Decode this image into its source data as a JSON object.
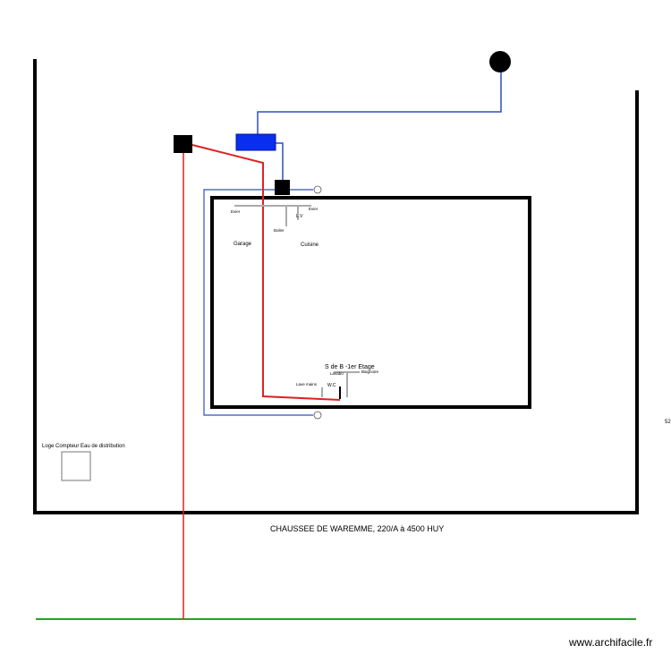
{
  "plan": {
    "labels": {
      "evier_left": "Evier",
      "evier_right": "Evier",
      "lv": "L.V",
      "boiler": "Boiler",
      "garage": "Garage",
      "cuisine": "Cuisine",
      "sdb": "S de B -1er Etage",
      "lavabo": "Lavabo",
      "baignoire": "Baignoire",
      "lave_mains": "Lave mains",
      "wc": "W.C",
      "loge": "Loge Compteur Eau de distribution",
      "dimension": "52",
      "address": "CHAUSSEE DE WAREMME, 220/A à 4500   HUY",
      "watermark": "www.archifacile.fr"
    },
    "colors": {
      "wall": "#000000",
      "hot_water_pipe": "#dd2222",
      "cold_water_pipe": "#2d4fc4",
      "heater": "#0a2ef0",
      "fixture_pipe": "#aaaaaa",
      "ground_line": "#2aa02a",
      "meter_box_border": "#777777"
    }
  }
}
